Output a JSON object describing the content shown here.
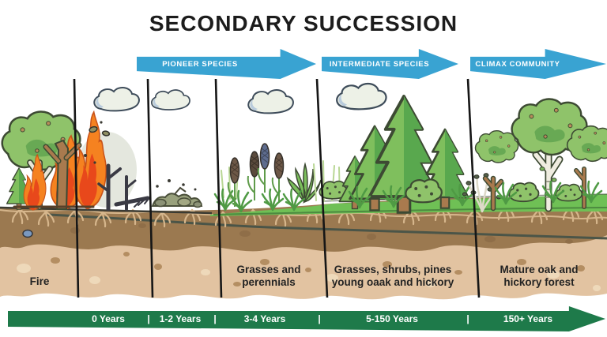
{
  "title": "SECONDARY SUCCESSION",
  "stage_arrows": [
    {
      "label": "PIONEER SPECIES"
    },
    {
      "label": "INTERMEDIATE SPECIES"
    },
    {
      "label": "CLIMAX COMMUNITY"
    }
  ],
  "stage_labels": [
    {
      "lines": [
        "Fire"
      ]
    },
    {
      "lines": [
        "Grasses and",
        "perennials"
      ]
    },
    {
      "lines": [
        "Grasses, shrubs, pines",
        "young oaak and hickory"
      ]
    },
    {
      "lines": [
        "Mature oak and",
        "hickory forest"
      ]
    }
  ],
  "timeline": {
    "separator": "|",
    "segments": [
      {
        "label": "0 Years"
      },
      {
        "label": "1-2 Years"
      },
      {
        "label": "3-4 Years"
      },
      {
        "label": "5-150 Years"
      },
      {
        "label": "150+ Years"
      }
    ]
  },
  "colors": {
    "arrow_blue": "#39a3d2",
    "timeline_green": "#1e7a4a",
    "topsoil_brown": "#9b7950",
    "subsoil_tan": "#e2c3a1",
    "grass_green": "#6fc055",
    "flame_orange": "#f58220",
    "flame_red": "#e8481b",
    "title_color": "#1c1c1c"
  },
  "scene": {
    "stages": [
      "burning forest fire",
      "burnt snags and ash",
      "bare soil with moss and rocks",
      "grasses and cattail perennials",
      "pine trees with young shrubs",
      "mature oak and hickory forest"
    ],
    "cloud_count": 4,
    "divider_count": 5
  }
}
